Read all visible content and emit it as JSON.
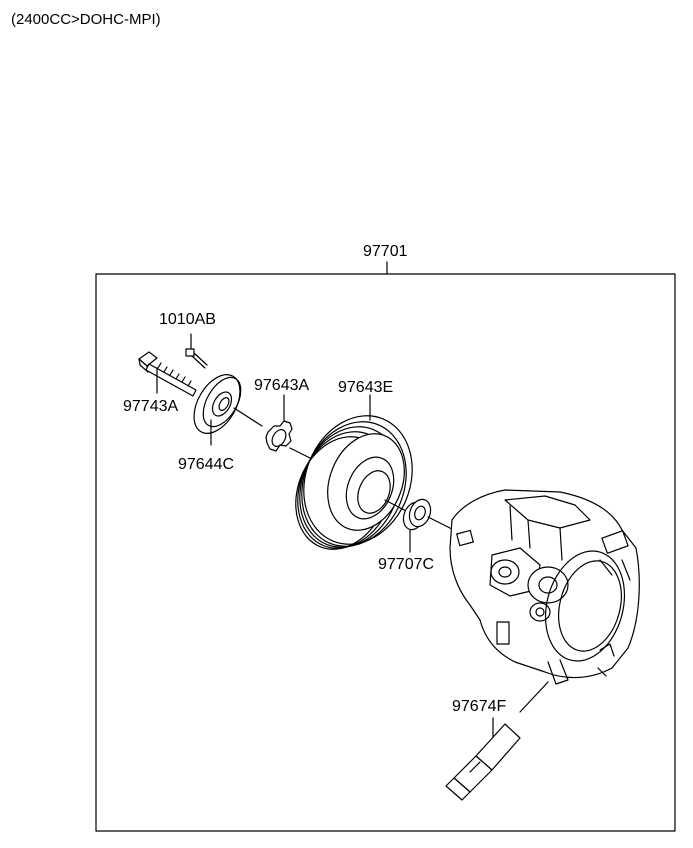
{
  "header": {
    "engine_spec": "(2400CC>DOHC-MPI)"
  },
  "labels": {
    "assembly": "97701",
    "bolt_small": "1010AB",
    "bolt_large": "97743A",
    "hub": "97644C",
    "shim": "97643A",
    "pulley": "97643E",
    "bearing": "97707C",
    "sensor": "97674F"
  }
}
